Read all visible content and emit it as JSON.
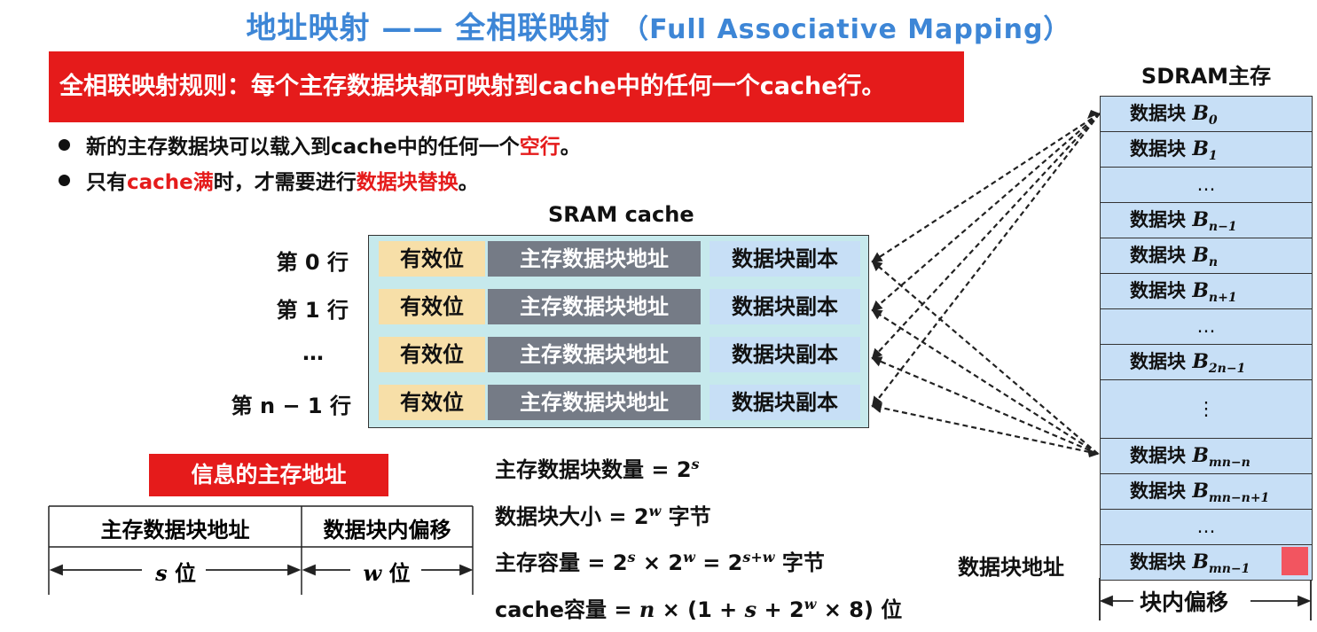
{
  "title": {
    "main": "地址映射 —— 全相联映射",
    "sub": "（Full Associative Mapping）"
  },
  "rule": "全相联映射规则：每个主存数据块都可映射到cache中的任何一个cache行。",
  "bullets": [
    {
      "a": "新的主存数据块可以载入到cache中的任何一个",
      "b": "空行",
      "c": "。"
    },
    {
      "a": "只有",
      "b": "cache满",
      "c": "时，才需要进行",
      "d": "数据块替换",
      "e": "。"
    }
  ],
  "cache": {
    "title": "SRAM  cache",
    "row_labels": [
      "第 0 行",
      "第 1 行",
      "…",
      "第 n − 1 行"
    ],
    "valid_label": "有效位",
    "tag_label": "主存数据块地址",
    "data_label": "数据块副本"
  },
  "info": {
    "title": "信息的主存地址",
    "col1": "主存数据块地址",
    "col2": "数据块内偏移",
    "s_var": "s",
    "w_var": "w",
    "bit": "位"
  },
  "formulas": {
    "f1_text": "主存数据块数量 = 2",
    "f1_exp": "s",
    "f2_text": "数据块大小 = 2",
    "f2_exp": "w",
    "f2_unit": " 字节",
    "f3_text": "主存容量 = 2",
    "f3_e1": "s",
    "f3_mid": " × 2",
    "f3_e2": "w",
    "f3_eq": " = 2",
    "f3_e3": "s+w",
    "f3_unit": " 字节",
    "f4_a": "cache容量 = ",
    "f4_n": "n",
    "f4_b": " × (1 + ",
    "f4_s": "s",
    "f4_c": " + 2",
    "f4_w": "w",
    "f4_d": " × 8) 位"
  },
  "sdram": {
    "title": "SDRAM主存",
    "block_word": "数据块 ",
    "block_letter": "B",
    "rows": [
      {
        "sub": "0"
      },
      {
        "sub": "1"
      },
      {
        "dots": "…"
      },
      {
        "sub": "n−1"
      },
      {
        "sub": "n"
      },
      {
        "sub": "n+1"
      },
      {
        "dots": "…"
      },
      {
        "sub": "2n−1"
      },
      {
        "dots": "⋮"
      },
      {
        "sub": "mn−n"
      },
      {
        "sub": "mn−n+1"
      },
      {
        "dots": "…"
      },
      {
        "sub": "mn−1"
      }
    ],
    "block_addr_label": "数据块地址",
    "offset_label": "块内偏移"
  }
}
